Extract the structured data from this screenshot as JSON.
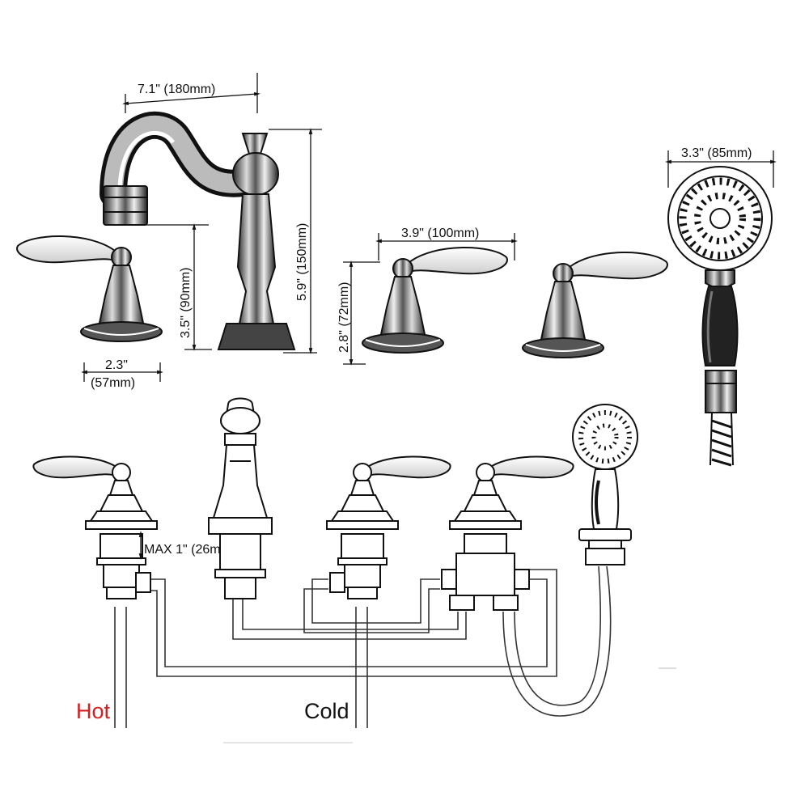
{
  "dimensions": {
    "spout_reach": "7.1\" (180mm)",
    "spout_height": "5.9\" (150mm)",
    "spout_outlet": "3.5\" (90mm)",
    "handle_base": "2.3\"",
    "handle_base_mm": "(57mm)",
    "handle_width": "3.9\" (100mm)",
    "handle_height": "2.8\" (72mm)",
    "shower_head": "3.3\" (85mm)",
    "max_deck": "MAX 1\" (26mm)"
  },
  "labels": {
    "hot": "Hot",
    "cold": "Cold"
  },
  "colors": {
    "hot": "#d42020",
    "cold": "#111111"
  }
}
